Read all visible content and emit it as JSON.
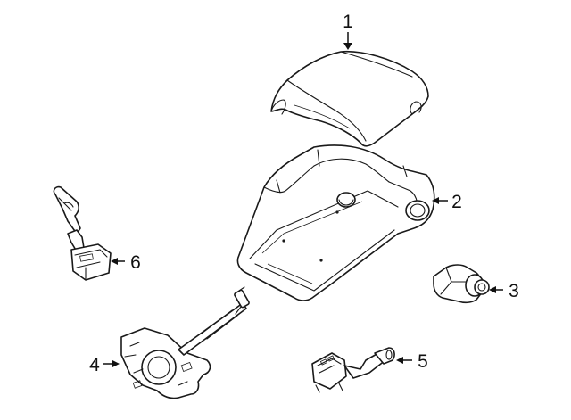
{
  "diagram": {
    "callouts": [
      {
        "id": "1",
        "label": "1"
      },
      {
        "id": "2",
        "label": "2"
      },
      {
        "id": "3",
        "label": "3"
      },
      {
        "id": "4",
        "label": "4"
      },
      {
        "id": "5",
        "label": "5"
      },
      {
        "id": "6",
        "label": "6"
      }
    ],
    "parts": [
      {
        "callout": "1",
        "shape": "upper-shroud"
      },
      {
        "callout": "2",
        "shape": "lower-shroud"
      },
      {
        "callout": "3",
        "shape": "ignition-lock-cylinder-housing"
      },
      {
        "callout": "4",
        "shape": "clockspring"
      },
      {
        "callout": "5",
        "shape": "wiper-switch"
      },
      {
        "callout": "6",
        "shape": "turn-signal-switch"
      }
    ],
    "colors": {
      "line": "#1a1a1a",
      "background": "#ffffff"
    }
  }
}
